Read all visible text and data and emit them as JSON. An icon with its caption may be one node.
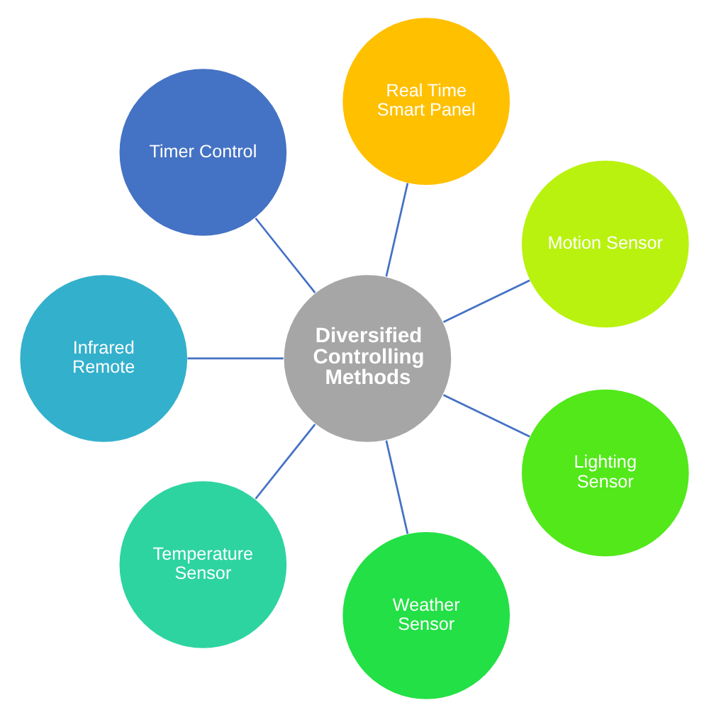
{
  "diagram": {
    "nodes": [
      {
        "text": [
          "Real Time Smart Panel"
        ]
      },
      {
        "text": [
          "Timer Control"
        ]
      },
      {
        "text": [
          "Motion Sensor"
        ]
      },
      {
        "text": [
          "Diversified Controlling Methods"
        ]
      },
      {
        "text": [
          "Infrared Remote"
        ]
      },
      {
        "text": [
          "Lighting Sensor"
        ]
      },
      {
        "text": [
          "Temperature Sensor"
        ]
      },
      {
        "text": [
          "Weather Sensor"
        ]
      }
    ],
    "edges": [
      {
        "from": 3,
        "to": 0,
        "arrow": "none"
      },
      {
        "from": 3,
        "to": 2,
        "arrow": "none"
      },
      {
        "from": 3,
        "to": 5,
        "arrow": "none"
      },
      {
        "from": 3,
        "to": 7,
        "arrow": "none"
      },
      {
        "from": 3,
        "to": 6,
        "arrow": "none"
      },
      {
        "from": 3,
        "to": 4,
        "arrow": "none"
      },
      {
        "from": 3,
        "to": 1,
        "arrow": "none"
      }
    ]
  }
}
